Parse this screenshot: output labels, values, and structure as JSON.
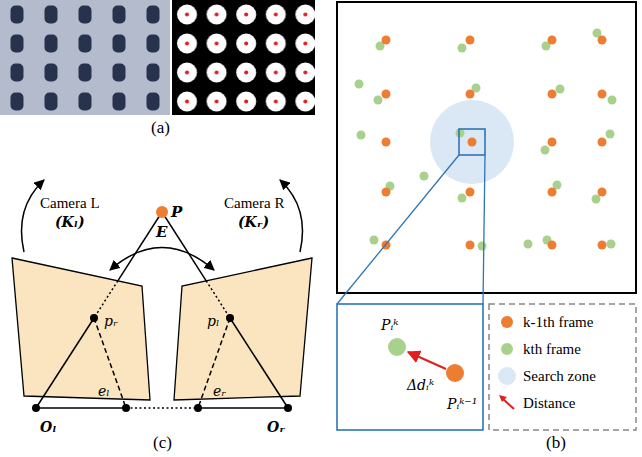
{
  "diagram": {
    "labels": [
      "(a)",
      "(b)",
      "(c)",
      "P",
      "Camera L",
      "(Kₗ)",
      "Camera R",
      "(Kᵣ)",
      "E",
      "pᵣ",
      "pₗ",
      "eₗ",
      "eᵣ",
      "Oₗ",
      "Oᵣ",
      "Pᵢᵏ",
      "Δdᵢᵏ",
      "Pᵢᵏ⁻¹"
    ],
    "legend": [
      {
        "text": "k-1th frame",
        "color": "#ed7d31"
      },
      {
        "text": "kth frame",
        "color": "#a9d18e"
      },
      {
        "text": "Search zone",
        "color": "#dae7f5"
      },
      {
        "text": "Distance"
      }
    ]
  }
}
